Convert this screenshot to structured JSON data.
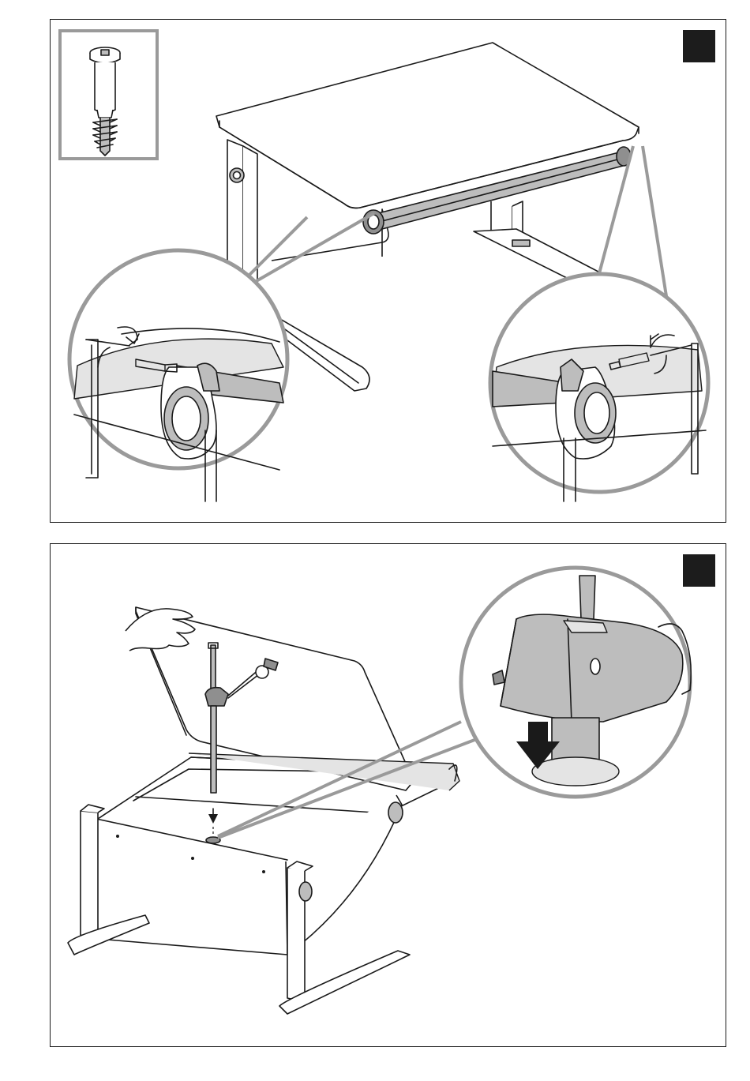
{
  "panels": [
    {
      "id": "step-1",
      "marker_color": "#1c1c1c",
      "inset": {
        "part": "shoulder-screw",
        "frame_color": "#9a9a9a"
      },
      "details": [
        "left-bracket-rotate-down",
        "right-bracket-rotate-up"
      ]
    },
    {
      "id": "step-2",
      "marker_color": "#1c1c1c",
      "details": [
        "gas-spring-insert-down"
      ]
    }
  ],
  "colors": {
    "ink": "#1a1a1a",
    "callout_frame": "#9a9a9a",
    "part_fill": "#bdbdbd"
  }
}
